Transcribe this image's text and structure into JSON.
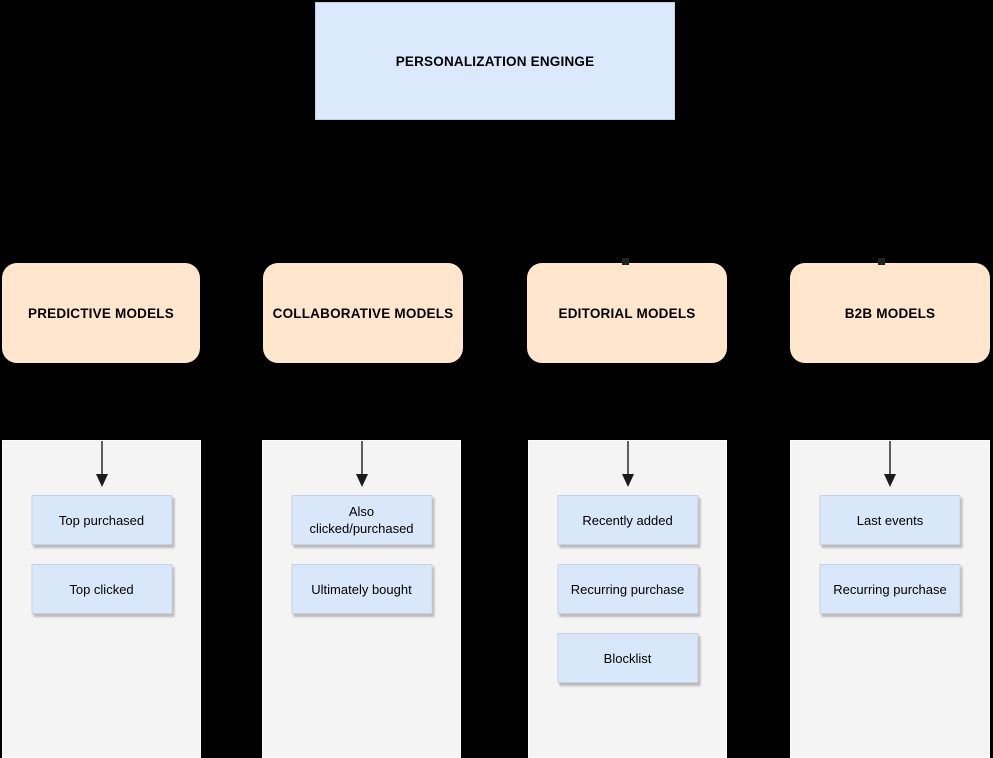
{
  "engine": {
    "label": "PERSONALIZATION ENGINGE"
  },
  "columns": [
    {
      "id": "predictive",
      "title": "PREDICTIVE MODELS",
      "items": [
        "Top purchased",
        "Top clicked"
      ]
    },
    {
      "id": "collaborative",
      "title": "COLLABORATIVE MODELS",
      "items": [
        "Also\nclicked/purchased",
        "Ultimately bought"
      ]
    },
    {
      "id": "editorial",
      "title": "EDITORIAL MODELS",
      "items": [
        "Recently added",
        "Recurring purchase",
        "Blocklist"
      ]
    },
    {
      "id": "b2b",
      "title": "B2B MODELS",
      "items": [
        "Last events",
        "Recurring purchase"
      ]
    }
  ],
  "colors": {
    "background": "#000000",
    "engine_fill": "#dbe9fc",
    "engine_border": "#c7cdd8",
    "category_fill": "#ffe6cc",
    "panel_fill": "#f4f4f4",
    "item_fill": "#d9e7fb",
    "item_border": "#c9d1dc",
    "item_shadow": "rgba(0,0,0,0.24)",
    "arrow_line": "#5f5f5f",
    "arrow_head": "#1b1b1b",
    "text": "#000000"
  }
}
